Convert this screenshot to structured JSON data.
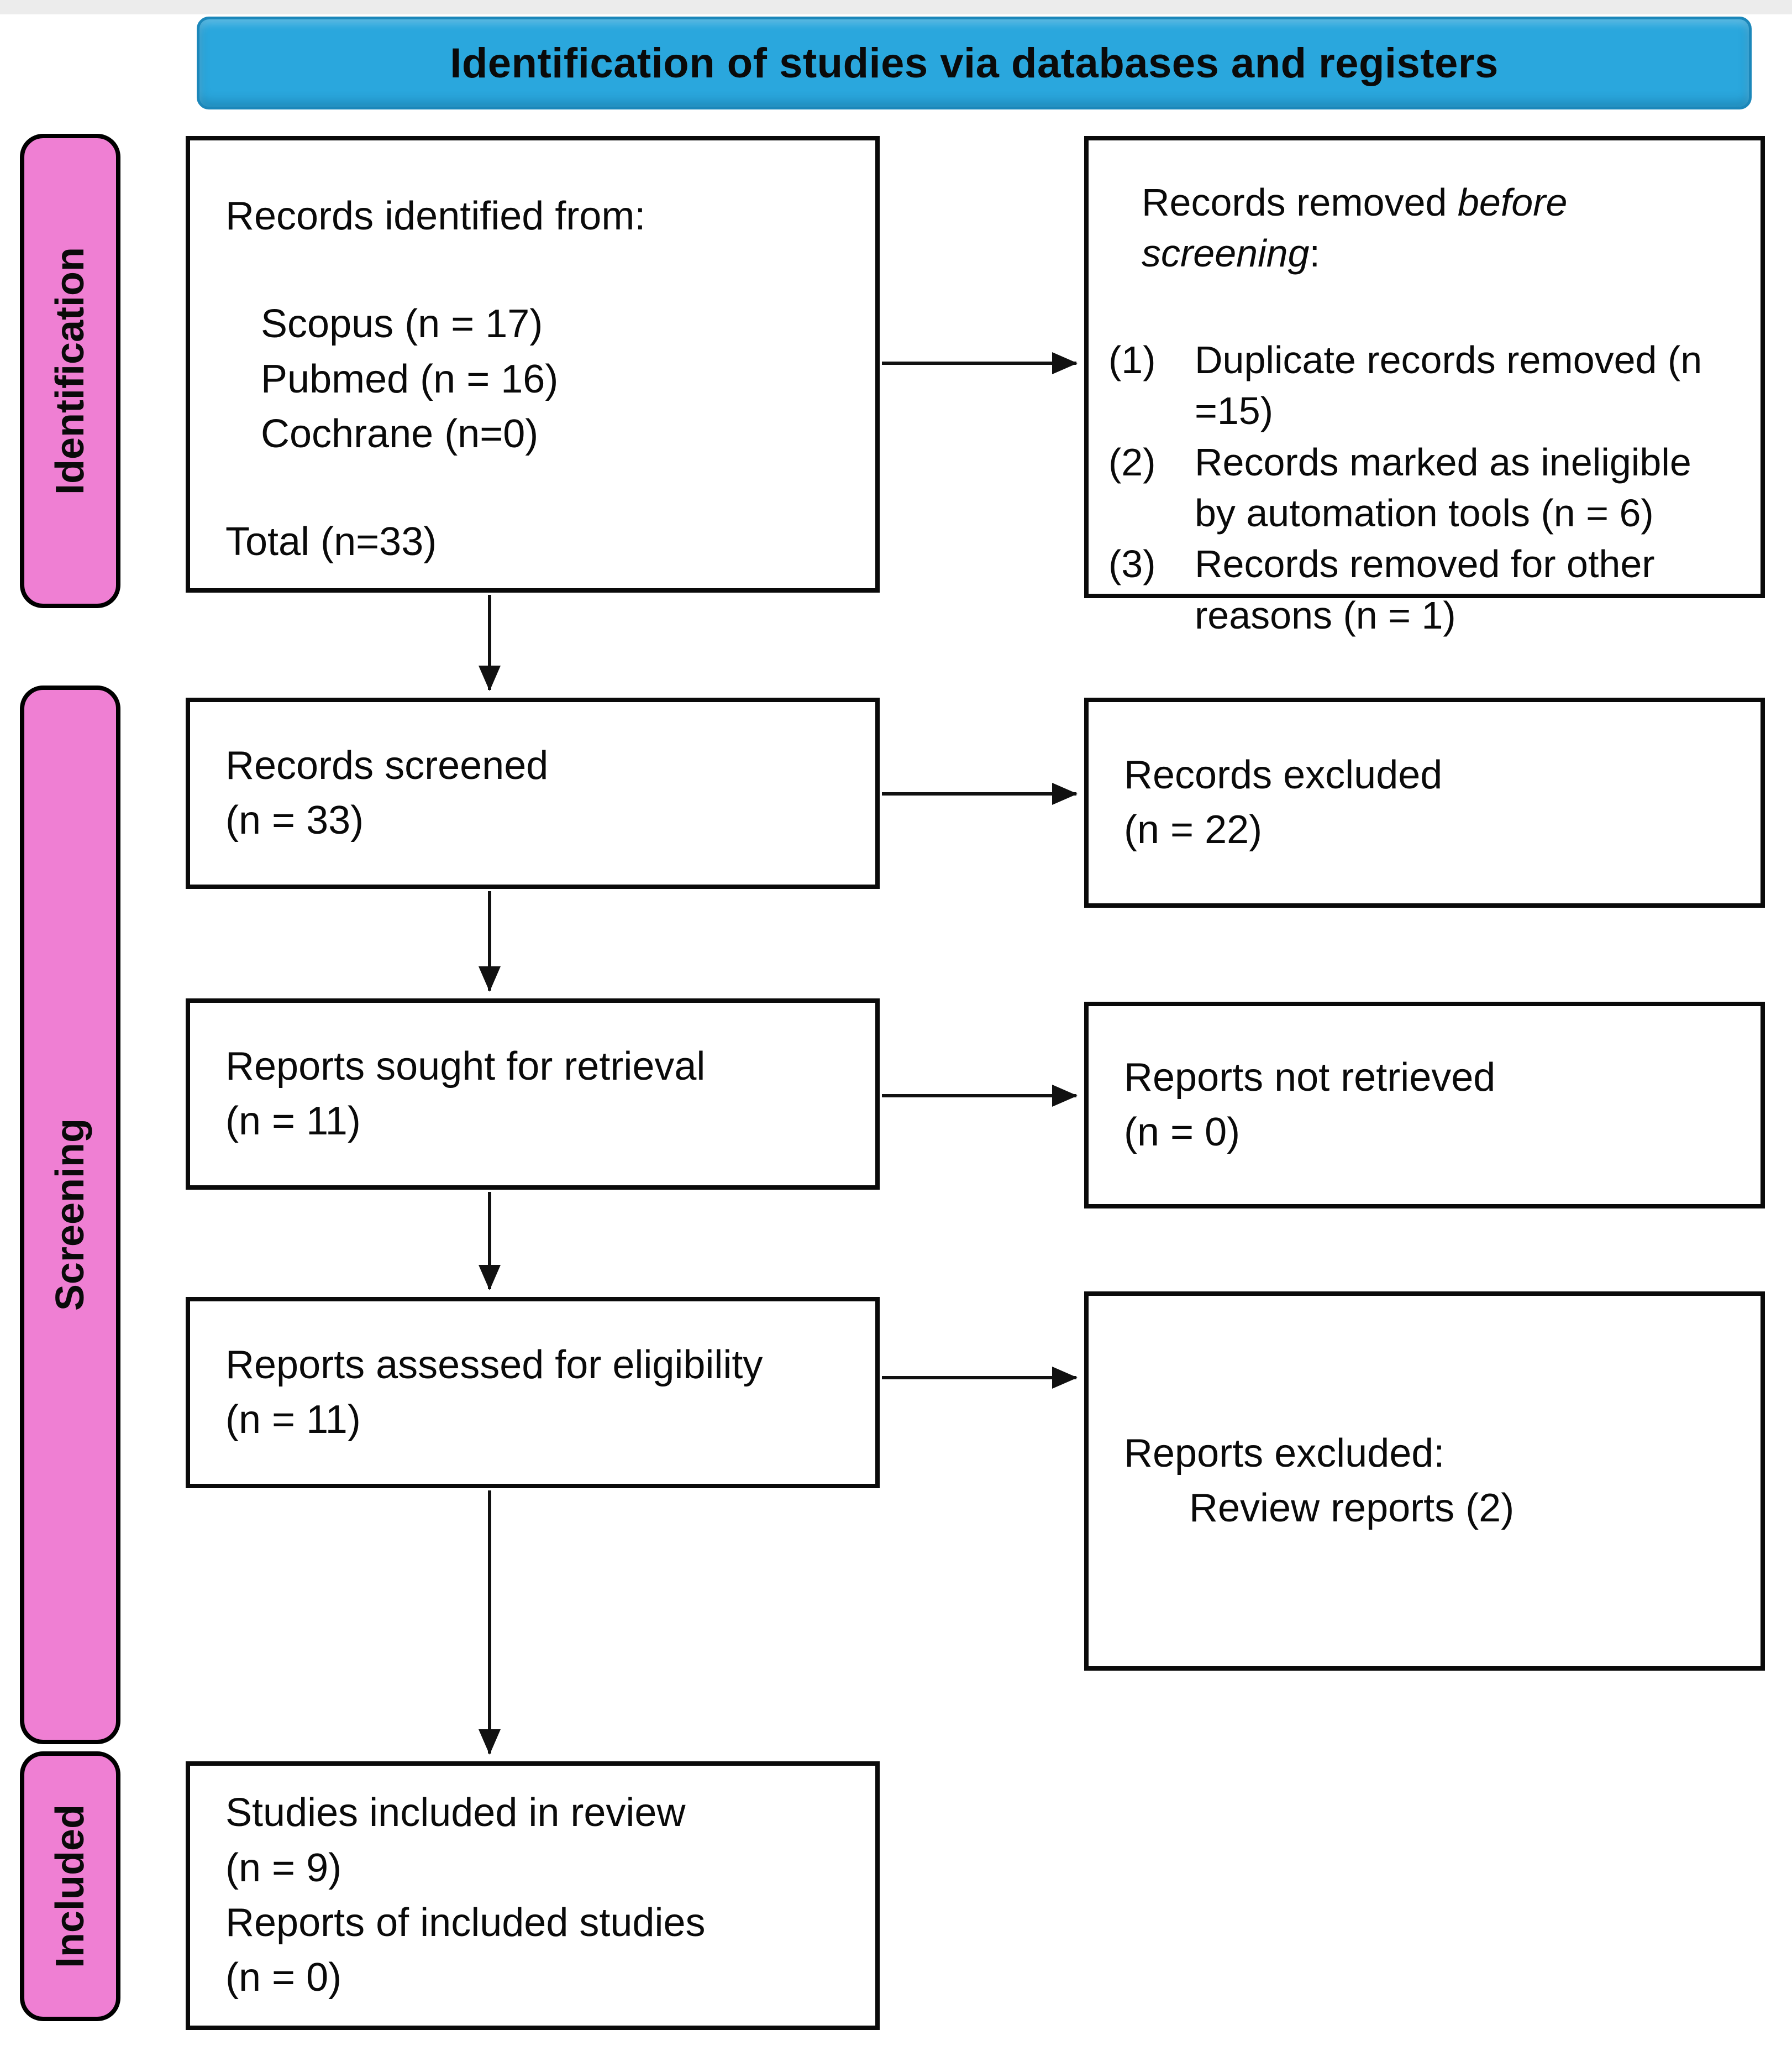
{
  "figure": {
    "header": "Identification of studies via databases and registers"
  },
  "colors": {
    "header_bg": "#2aa7dd",
    "header_border": "#1b87ba",
    "stage_bg": "#ef7fd3",
    "line": "#111111"
  },
  "stages": {
    "identification": "Identification",
    "screening": "Screening",
    "included": "Included"
  },
  "boxes": {
    "records_identified": {
      "title": "Records identified from:",
      "sources": [
        "Scopus (n = 17)",
        "Pubmed (n = 16)",
        "Cochrane (n=0)"
      ],
      "total": "Total (n=33)"
    },
    "records_removed": {
      "title_regular": "Records removed ",
      "title_italic_line1": "before",
      "title_italic_line2": "screening",
      "title_suffix": ":",
      "items": [
        {
          "num": "(1)",
          "text": "Duplicate records removed (n =15)"
        },
        {
          "num": "(2)",
          "text": "Records marked as ineligible by automation tools (n = 6)"
        },
        {
          "num": "(3)",
          "text": "Records removed for other reasons (n = 1)"
        }
      ]
    },
    "records_screened": {
      "line1": "Records screened",
      "line2": "(n = 33)"
    },
    "records_excluded": {
      "line1": "Records excluded",
      "line2": "(n = 22)"
    },
    "reports_sought": {
      "line1": "Reports sought for retrieval",
      "line2": "(n = 11)"
    },
    "reports_not_retrieved": {
      "line1": "Reports not retrieved",
      "line2": "(n = 0)"
    },
    "reports_assessed": {
      "line1": "Reports assessed for eligibility",
      "line2": "(n = 11)"
    },
    "reports_excluded": {
      "line1": "Reports excluded:",
      "line2": "Review reports (2)"
    },
    "studies_included": {
      "lines": [
        "Studies included in review",
        "(n = 9)",
        "Reports of included studies",
        "(n = 0)"
      ]
    }
  }
}
